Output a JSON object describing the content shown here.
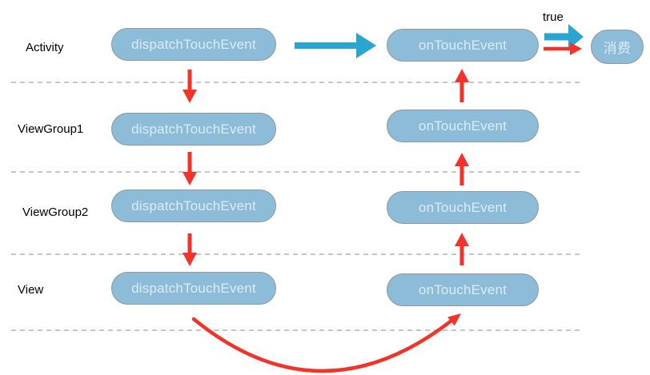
{
  "diagram": {
    "rows": [
      {
        "label": "Activity",
        "dispatch": "dispatchTouchEvent",
        "ontouch": "onTouchEvent"
      },
      {
        "label": "ViewGroup1",
        "dispatch": "dispatchTouchEvent",
        "ontouch": "onTouchEvent"
      },
      {
        "label": "ViewGroup2",
        "dispatch": "dispatchTouchEvent",
        "ontouch": "onTouchEvent"
      },
      {
        "label": "View",
        "dispatch": "dispatchTouchEvent",
        "ontouch": "onTouchEvent"
      }
    ],
    "true_label": "true",
    "consume_label": "消费"
  },
  "colors": {
    "pill_fill": "#8dbcd9",
    "pill_border": "#8e989e",
    "pill_text": "#dcebf5",
    "arrow_red": "#f3322a",
    "arrow_blue": "#29a5d1",
    "dashed_line": "#b3b3b3",
    "label_text": "#000000",
    "bg": "#ffffff"
  }
}
